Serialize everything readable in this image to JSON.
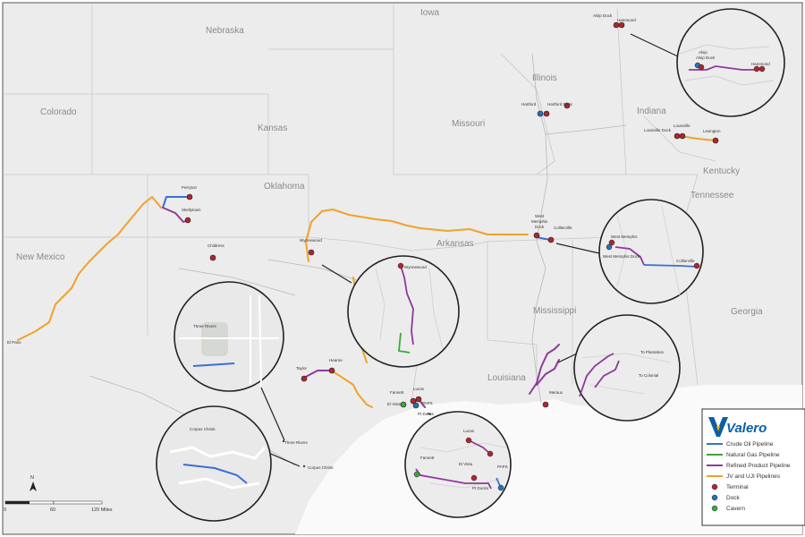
{
  "colors": {
    "crude": "#3b6fd4",
    "gas": "#3aa83a",
    "refined": "#8e3a9a",
    "jv": "#f0a22a",
    "terminal": "#b0262c",
    "dock": "#1f74b8",
    "cavern": "#3aa83a",
    "brand_blue": "#0b5ea8",
    "brand_yellow": "#f4b400"
  },
  "states": {
    "iowa": "Iowa",
    "nebraska": "Nebraska",
    "illinois": "Illinois",
    "colorado": "Colorado",
    "kansas": "Kansas",
    "missouri": "Missouri",
    "indiana": "Indiana",
    "kentucky": "Kentucky",
    "tennessee": "Tennessee",
    "oklahoma": "Oklahoma",
    "arkansas": "Arkansas",
    "new_mexico": "New Mexico",
    "mississippi": "Mississippi",
    "georgia": "Georgia",
    "louisiana": "Louisiana"
  },
  "cities": {
    "alsip_dock": "Alsip Dock",
    "hammond": "Hammond",
    "hartford": "Hartford",
    "hartford_dock": "Hartford Dock",
    "louisville": "Louisville",
    "louisville_dock": "Louisville Dock",
    "lexington": "Lexington",
    "perryton": "Perryton",
    "skellytown": "Skellytown",
    "childress": "Childress",
    "wynnewood": "Wynnewood",
    "west_memphis": "West",
    "west_memphis2": "Memphis",
    "west_memphis3": "Dock",
    "collierville": "Collierville",
    "el_paso": "El Paso",
    "taylor": "Taylor",
    "hearne": "Hearne",
    "fannett": "Fannett",
    "lucas": "Lucas",
    "el_vista": "El Vista",
    "paps": "PAPS",
    "pt_docks": "Pt Docks",
    "meraux": "Meraux",
    "three_rivers": "Three Rivers",
    "corpus_christi": "Corpus Christi"
  },
  "callouts": {
    "alsip": "Alsip",
    "alsip_dock": "Alsip Dock",
    "hammond": "Hammond",
    "three_rivers": "Three Rivers",
    "corpus_christi": "Corpus Christi",
    "wynnewood": "Wynnewood",
    "west_memphis": "West Memphis",
    "west_memphis_dock": "West Memphis Dock",
    "collierville": "Collierville",
    "lucas": "Lucas",
    "fannett": "Fannett",
    "el_vista": "El Vista",
    "paps": "PAPS",
    "pt_docks": "Pt Docks",
    "to_plantation": "To Plantation",
    "to_colonial": "To Colonial"
  },
  "legend": {
    "brand": "Valero",
    "items": [
      "Crude Oil Pipeline",
      "Natural Gas Pipeline",
      "Refined Product Pipeline",
      "JV and UJI Pipelines",
      "Terminal",
      "Dock",
      "Cavern"
    ]
  },
  "scale": {
    "north": "N",
    "ticks": [
      "0",
      "60",
      "120 Miles"
    ]
  }
}
